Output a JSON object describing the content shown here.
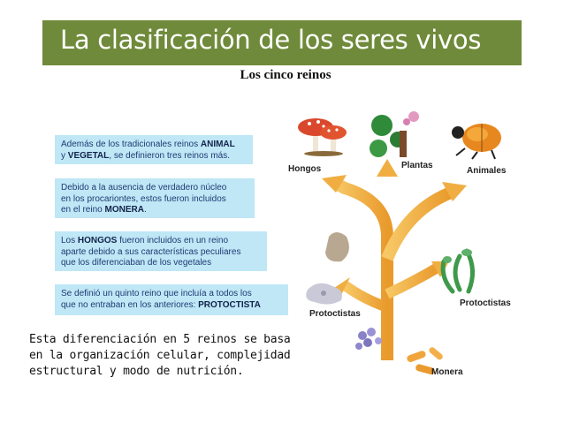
{
  "header": {
    "title": "La clasificación de los seres vivos",
    "subtitle": "Los cinco reinos"
  },
  "info_boxes": [
    {
      "lines": [
        [
          "Además de los tradicionales reinos ",
          "ANIMAL",
          ""
        ],
        [
          "y ",
          "VEGETAL",
          ", se definieron tres reinos más."
        ]
      ]
    },
    {
      "lines": [
        [
          "Debido a la ausencia de verdadero núcleo",
          "",
          ""
        ],
        [
          "en los procariontes, estos fueron incluidos",
          "",
          ""
        ],
        [
          "en el reino ",
          "MONERA",
          "."
        ]
      ]
    },
    {
      "lines": [
        [
          "Los ",
          "HONGOS",
          " fueron incluidos en un reino"
        ],
        [
          "aparte debido a sus características peculiares",
          "",
          ""
        ],
        [
          "que los diferenciaban de los vegetales",
          "",
          ""
        ]
      ]
    },
    {
      "lines": [
        [
          "Se definió un quinto reino que incluía a todos los",
          "",
          ""
        ],
        [
          "que no entraban en los anteriores: ",
          "PROTOCTISTA",
          ""
        ]
      ]
    }
  ],
  "note": {
    "lines": [
      "Esta diferenciación en 5 reinos se basa",
      "en la organización celular, complejidad",
      "estructural y modo de nutrición."
    ]
  },
  "kingdoms": {
    "hongos": "Hongos",
    "plantas": "Plantas",
    "animales": "Animales",
    "protoctistas_left": "Protoctistas",
    "protoctistas_right": "Protoctistas",
    "monera": "Monera"
  },
  "colors": {
    "title_bar": "#6f8a3a",
    "info_box": "#bfe7f6",
    "branch": "#f2b34a"
  }
}
